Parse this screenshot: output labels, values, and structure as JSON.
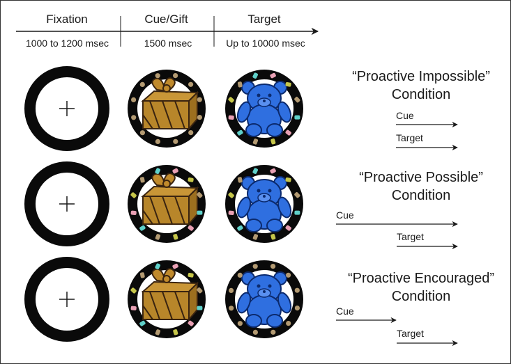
{
  "timeline": {
    "phases": [
      {
        "name": "Fixation",
        "duration": "1000 to 1200 msec"
      },
      {
        "name": "Cue/Gift",
        "duration": "1500 msec"
      },
      {
        "name": "Target",
        "duration": "Up to 10000 msec"
      }
    ]
  },
  "conditions": [
    {
      "title": "“Proactive Impossible”",
      "subtitle": "Condition",
      "cue_label": "Cue",
      "target_label": "Target"
    },
    {
      "title": "“Proactive Possible”",
      "subtitle": "Condition",
      "cue_label": "Cue",
      "target_label": "Target"
    },
    {
      "title": "“Proactive Encouraged”",
      "subtitle": "Condition",
      "cue_label": "Cue",
      "target_label": "Target"
    }
  ],
  "stimuli": {
    "fixation_symbol": "+",
    "cue_icon": "gift-box-icon",
    "target_icon": "teddy-bear-icon"
  },
  "colors": {
    "ring": "#0a0a0a",
    "gift": "#b8862a",
    "bear": "#2f6fe0",
    "dot_tan": "#b39a72",
    "dot_pink": "#e9a0b4",
    "dot_cyan": "#5fd0c9",
    "dot_olive": "#c6c64a"
  }
}
